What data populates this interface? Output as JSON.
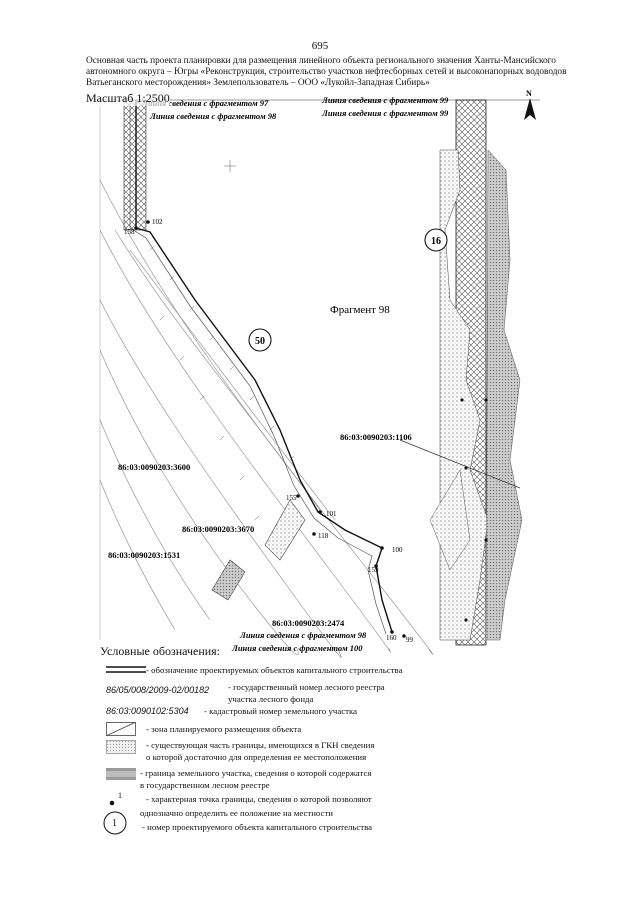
{
  "page_number": "695",
  "header": {
    "line1": "Основная часть проекта планировки для размещения линейного объекта регионального значения Ханты-Мансийского",
    "line2": "автономного округа – Югры «Реконструкция, строительство участков нефтесборных сетей и высоконапорных водоводов",
    "line3": "Ватьеганского месторождения»  Землепользователь – ООО «Лукойл-Западная Сибирь»"
  },
  "scale": "Масштаб 1:2500",
  "map": {
    "sheet_links_top": [
      "Линия сведения с фрагментом 97",
      "Линия сведения с фрагментом 98",
      "Линия сведения с фрагментом 99",
      "Линия сведения с фрагментом 99"
    ],
    "sheet_links_bottom": [
      "Линия сведения с фрагментом 98",
      "Линия сведения с фрагментом 100"
    ],
    "fragment_label": "Фрагмент 98",
    "object_numbers": [
      "50",
      "16"
    ],
    "cadastral_numbers": [
      "86:03:0090203:1106",
      "86:03:0090203:3600",
      "86:03:0090203:3670",
      "86:03:0090203:1531",
      "86:03:0090203:2474"
    ],
    "points": [
      "158",
      "102",
      "155",
      "101",
      "118",
      "100",
      "159",
      "160",
      "99"
    ],
    "north": "N"
  },
  "legend": {
    "title": "Условные обозначения:",
    "items": [
      {
        "code": "",
        "text": [
          "- обозначение проектируемых объектов капитального строительства"
        ]
      },
      {
        "code": "86/05/008/2009-02/00182",
        "text": [
          "- государственный номер лесного реестра",
          "участка лесного фонда"
        ]
      },
      {
        "code": "86:03:0090102:5304",
        "text": [
          "- кадастровый номер земельного участка"
        ]
      },
      {
        "code": "",
        "text": [
          "- зона планируемого размещения объекта"
        ]
      },
      {
        "code": "",
        "text": [
          "- существующая часть границы, имеющихся в ГКН сведения",
          "о которой достаточно для определения ее местоположения"
        ]
      },
      {
        "code": "",
        "text": [
          "- граница земельного участка, сведения о которой содержатся",
          "в государственном лесном реестре"
        ]
      },
      {
        "code": "1",
        "text": [
          "- характерная точка границы, сведения о которой позволяют",
          "однозначно определить ее положение на местности"
        ]
      },
      {
        "code": "1",
        "text": [
          "- номер проектируемого объекта капитального строительства"
        ]
      }
    ]
  }
}
